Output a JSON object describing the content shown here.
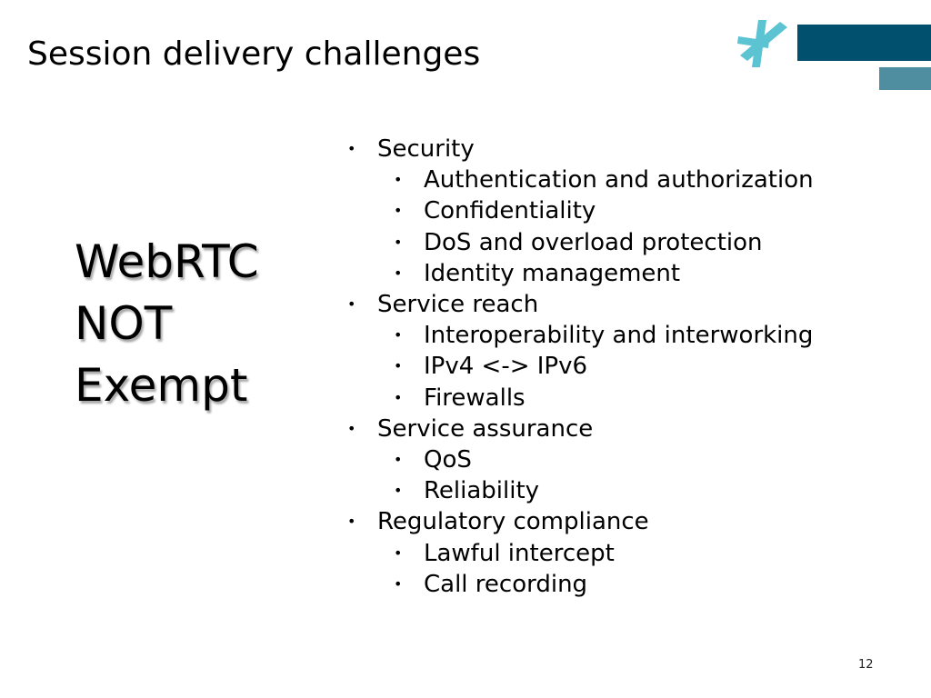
{
  "slide": {
    "title": "Session delivery challenges",
    "page_number": "12"
  },
  "brand": {
    "logo_icon": "star-asterisk-logo-icon",
    "colors": {
      "logo": "#5cc3d2",
      "bar_dark": "#00506e",
      "bar_light": "#4f8da1"
    }
  },
  "callout": {
    "lines": [
      "WebRTC",
      "NOT",
      "Exempt"
    ]
  },
  "bullets": [
    {
      "label": "Security",
      "children": [
        "Authentication and authorization",
        "Confidentiality",
        "DoS and overload protection",
        "Identity management"
      ]
    },
    {
      "label": "Service reach",
      "children": [
        "Interoperability and interworking",
        "IPv4 <-> IPv6",
        "Firewalls"
      ]
    },
    {
      "label": "Service assurance",
      "children": [
        "QoS",
        "Reliability"
      ]
    },
    {
      "label": "Regulatory compliance",
      "children": [
        "Lawful intercept",
        "Call recording"
      ]
    }
  ]
}
